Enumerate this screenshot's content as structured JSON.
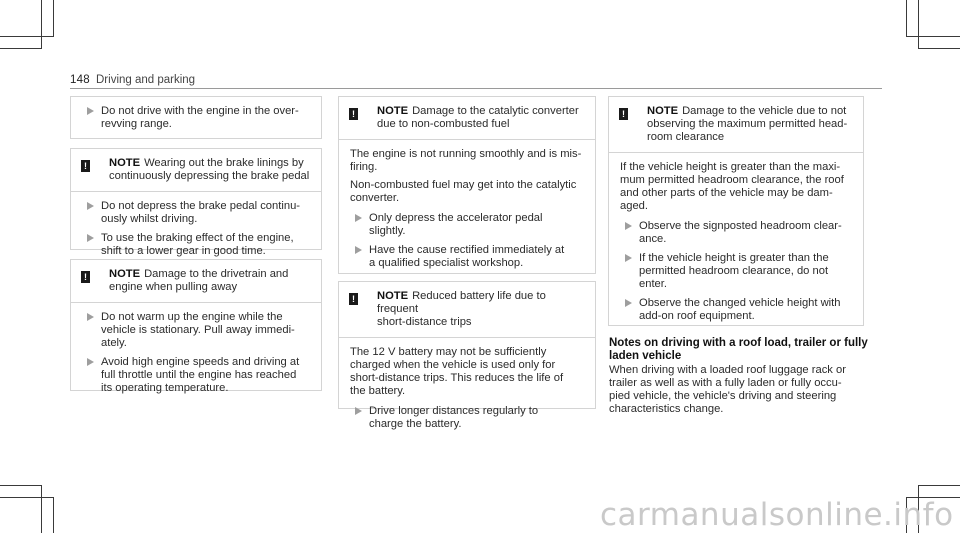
{
  "header": {
    "page_number": "148",
    "section": "Driving and parking"
  },
  "col1": {
    "top_steps": [
      "Do not drive with the engine in the over-\nrevving range."
    ],
    "note1": {
      "title": "NOTE",
      "text": "Wearing out the brake linings by\ncontinuously depressing the brake pedal",
      "steps": [
        "Do not depress the brake pedal continu-\nously whilst driving.",
        "To use the braking effect of the engine,\nshift to a lower gear in good time."
      ]
    },
    "note2": {
      "title": "NOTE",
      "text": "Damage to the drivetrain and\nengine when pulling away",
      "steps": [
        "Do not warm up the engine while the\nvehicle is stationary. Pull away immedi-\nately.",
        "Avoid high engine speeds and driving at\nfull throttle until the engine has reached\nits operating temperature."
      ]
    }
  },
  "col2": {
    "note1": {
      "title": "NOTE",
      "text": "Damage to the catalytic converter\ndue to non-combusted fuel",
      "paras": [
        "The engine is not running smoothly and is mis-\nfiring.",
        "Non-combusted fuel may get into the catalytic\nconverter."
      ],
      "steps": [
        "Only depress the accelerator pedal\nslightly.",
        "Have the cause rectified immediately at\na qualified specialist workshop."
      ]
    },
    "note2": {
      "title": "NOTE",
      "text": "Reduced battery life due to frequent\nshort-distance trips",
      "paras": [
        "The 12 V battery may not be sufficiently\ncharged when the vehicle is used only for\nshort-distance trips. This reduces the life of\nthe battery."
      ],
      "steps": [
        "Drive longer distances regularly to\ncharge the battery."
      ]
    }
  },
  "col3": {
    "note1": {
      "title": "NOTE",
      "text": "Damage to the vehicle due to not\nobserving the maximum permitted head-\nroom clearance",
      "paras": [
        "If the vehicle height is greater than the maxi-\nmum permitted headroom clearance, the roof\nand other parts of the vehicle may be dam-\naged."
      ],
      "steps": [
        "Observe the signposted headroom clear-\nance.",
        "If the vehicle height is greater than the\npermitted headroom clearance, do not\nenter.",
        "Observe the changed vehicle height with\nadd-on roof equipment."
      ]
    },
    "heading": "Notes on driving with a roof load, trailer or fully\nladen vehicle",
    "body": "When driving with a loaded roof luggage rack or\ntrailer as well as with a fully laden or fully occu-\npied vehicle, the vehicle's driving and steering\ncharacteristics change."
  },
  "watermark": "carmanualsonline.info",
  "icons": {
    "warning": "warning-icon",
    "step": "step-triangle-icon"
  },
  "colors": {
    "text": "#2b2b2b",
    "border": "#d4d4d4",
    "step_marker": "#9e9e9e",
    "watermark": "#c9c9c9"
  }
}
